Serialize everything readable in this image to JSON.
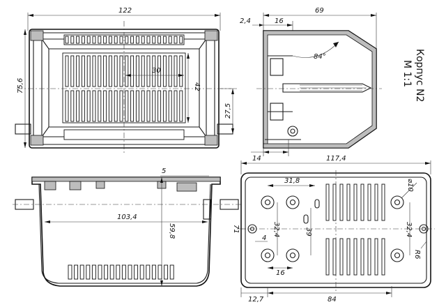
{
  "title": "Корпус N2",
  "scale": "M 1:1",
  "dimensions": {
    "top_width": "122",
    "top_height": "75,6",
    "top_slot_span": "30",
    "top_slot_height": "42",
    "top_tab_height": "27,5",
    "side_width": "69",
    "side_wall": "2,4",
    "side_rim": "16",
    "side_angle": "84°",
    "side_tab": "14",
    "front_inner_width": "103,4",
    "front_height": "59,8",
    "front_rim": "5",
    "bottom_width": "117,4",
    "bottom_hole_span": "31,8",
    "bottom_hole_vertical": "32,4",
    "bottom_hole_vertical_right": "32,4",
    "bottom_hole_center": "39",
    "bottom_side_offset": "71",
    "bottom_small": "4",
    "bottom_hole_pitch": "16",
    "bottom_left_offset": "12,7",
    "bottom_base_span": "84",
    "bottom_hole_dia": "⌀10",
    "bottom_radius": "R6"
  }
}
